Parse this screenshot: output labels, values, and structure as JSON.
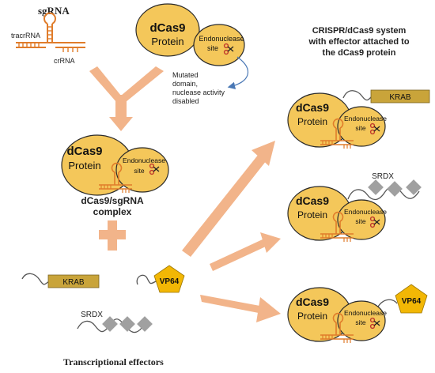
{
  "labels": {
    "sgrna_title": "sgRNA",
    "tracrrna": "tracrRNA",
    "crrna": "crRNA",
    "protein_name": "dCas9",
    "protein_word": "Protein",
    "endonuclease_line1": "Endonuclease",
    "endonuclease_line2": "site",
    "mutated_note": [
      "Mutated",
      "domain,",
      "nuclease activity",
      "disabled"
    ],
    "complex_caption": [
      "dCas9/sgRNA",
      "complex"
    ],
    "system_title": [
      "CRISPR/dCas9 system",
      "with effector attached to",
      "the dCas9 protein"
    ],
    "effectors_caption": "Transcriptional effectors",
    "krab": "KRAB",
    "vp64": "VP64",
    "srdx": "SRDX"
  },
  "colors": {
    "protein_fill": "#F4C75A",
    "protein_stroke": "#2a2a2a",
    "rna": "#E07C2A",
    "arrow": "#F2B48A",
    "krab_fill": "#C9A43A",
    "vp64_fill": "#F2B705",
    "srdx_fill": "#A0A0A0",
    "scissors": "#C0392B",
    "note_arrow": "#4A78B5"
  },
  "icons": [
    "scissors-icon",
    "srdx-diamond-icon",
    "vp64-pentagon-icon",
    "krab-bar-icon",
    "plus-icon"
  ]
}
